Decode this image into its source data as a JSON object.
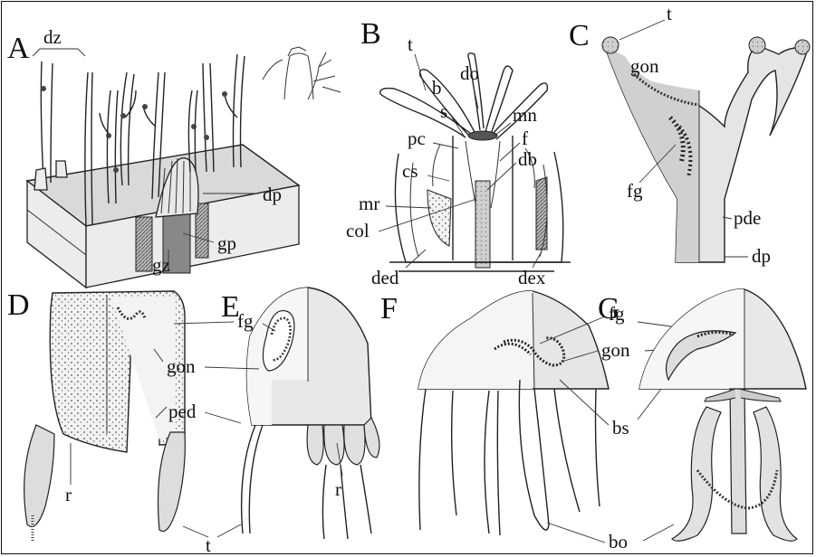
{
  "panels": {
    "A": {
      "letter": "A",
      "labels": {
        "dz": "dz",
        "dp": "dp",
        "gp": "gp",
        "gz": "gz"
      }
    },
    "B": {
      "letter": "B",
      "labels": {
        "t": "t",
        "b": "b",
        "do": "do",
        "s": "s",
        "mn": "mn",
        "pc": "pc",
        "f": "f",
        "db": "db",
        "cs": "cs",
        "mr": "mr",
        "col": "col",
        "ded": "ded",
        "dex": "dex"
      }
    },
    "C": {
      "letter": "C",
      "labels": {
        "t": "t",
        "gon": "gon",
        "fg": "fg",
        "pde": "pde",
        "dp": "dp"
      }
    },
    "D": {
      "letter": "D",
      "labels": {
        "r": "r"
      }
    },
    "E": {
      "letter": "E",
      "labels": {
        "fg": "fg",
        "gon": "gon",
        "ped": "ped",
        "r": "r",
        "t": "t"
      }
    },
    "F": {
      "letter": "F"
    },
    "G": {
      "letter": "G",
      "labels": {
        "fg": "fg",
        "gon": "gon",
        "bs": "bs",
        "bo": "bo"
      }
    }
  }
}
